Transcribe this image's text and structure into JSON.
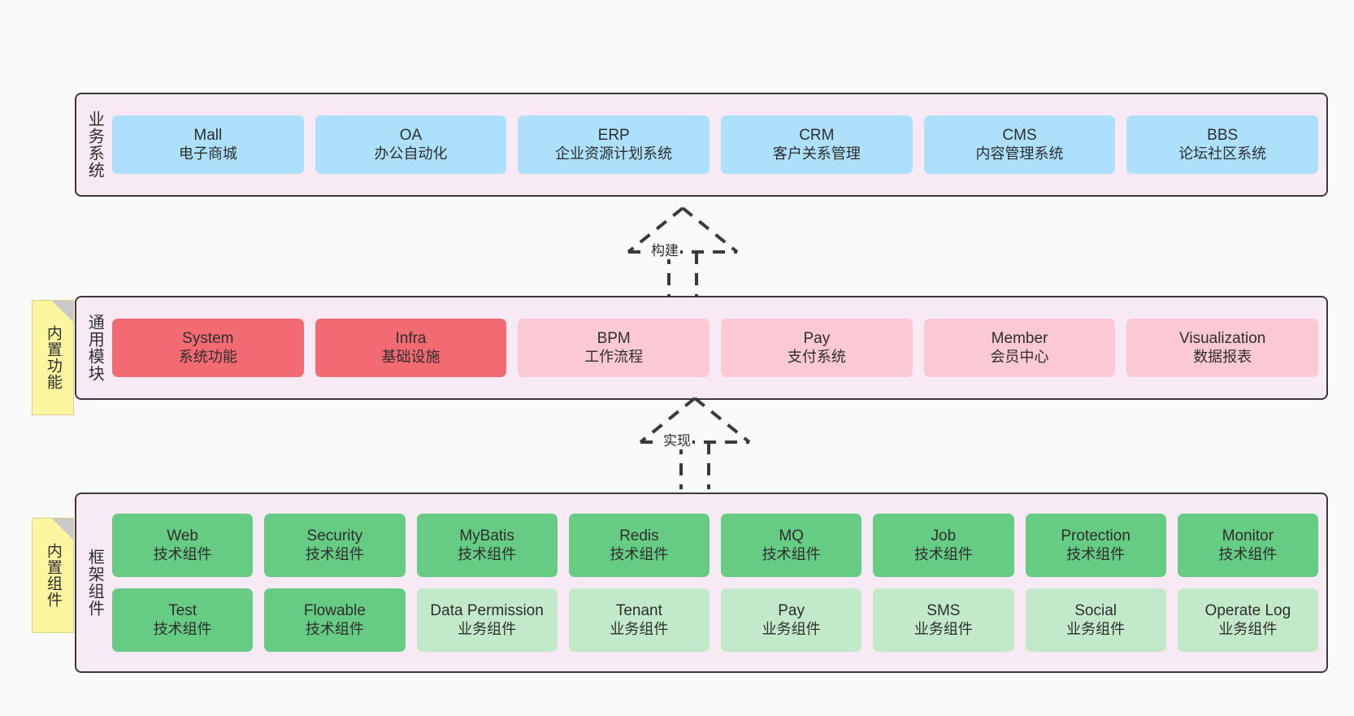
{
  "diagram": {
    "accent_container_bg": "#f8eaf4",
    "accent_container_border": "#3a3a3a",
    "note_bg": "#fcf6a0",
    "colors": {
      "blue": "#ace0fb",
      "red": "#f26a72",
      "pink": "#fbc9d4",
      "green": "#66cc83",
      "light_green": "#c2e9c9"
    }
  },
  "notes": [
    {
      "name": "builtin-function",
      "label": "内置功能"
    },
    {
      "name": "builtin-component",
      "label": "内置组件"
    }
  ],
  "arrows": [
    {
      "name": "build",
      "label": "构建"
    },
    {
      "name": "implement",
      "label": "实现"
    }
  ],
  "layers": {
    "business": {
      "title": "业务系统",
      "cards": [
        {
          "title": "Mall",
          "subtitle": "电子商城",
          "color": "blue"
        },
        {
          "title": "OA",
          "subtitle": "办公自动化",
          "color": "blue"
        },
        {
          "title": "ERP",
          "subtitle": "企业资源计划系统",
          "color": "blue"
        },
        {
          "title": "CRM",
          "subtitle": "客户关系管理",
          "color": "blue"
        },
        {
          "title": "CMS",
          "subtitle": "内容管理系统",
          "color": "blue"
        },
        {
          "title": "BBS",
          "subtitle": "论坛社区系统",
          "color": "blue"
        }
      ]
    },
    "common": {
      "title": "通用模块",
      "cards": [
        {
          "title": "System",
          "subtitle": "系统功能",
          "color": "red"
        },
        {
          "title": "Infra",
          "subtitle": "基础设施",
          "color": "red"
        },
        {
          "title": "BPM",
          "subtitle": "工作流程",
          "color": "pink"
        },
        {
          "title": "Pay",
          "subtitle": "支付系统",
          "color": "pink"
        },
        {
          "title": "Member",
          "subtitle": "会员中心",
          "color": "pink"
        },
        {
          "title": "Visualization",
          "subtitle": "数据报表",
          "color": "pink"
        }
      ]
    },
    "framework": {
      "title": "框架组件",
      "rows": [
        [
          {
            "title": "Web",
            "subtitle": "技术组件",
            "color": "green"
          },
          {
            "title": "Security",
            "subtitle": "技术组件",
            "color": "green"
          },
          {
            "title": "MyBatis",
            "subtitle": "技术组件",
            "color": "green"
          },
          {
            "title": "Redis",
            "subtitle": "技术组件",
            "color": "green"
          },
          {
            "title": "MQ",
            "subtitle": "技术组件",
            "color": "green"
          },
          {
            "title": "Job",
            "subtitle": "技术组件",
            "color": "green"
          },
          {
            "title": "Protection",
            "subtitle": "技术组件",
            "color": "green"
          },
          {
            "title": "Monitor",
            "subtitle": "技术组件",
            "color": "green"
          }
        ],
        [
          {
            "title": "Test",
            "subtitle": "技术组件",
            "color": "green"
          },
          {
            "title": "Flowable",
            "subtitle": "技术组件",
            "color": "green"
          },
          {
            "title": "Data Permission",
            "subtitle": "业务组件",
            "color": "light_green"
          },
          {
            "title": "Tenant",
            "subtitle": "业务组件",
            "color": "light_green"
          },
          {
            "title": "Pay",
            "subtitle": "业务组件",
            "color": "light_green"
          },
          {
            "title": "SMS",
            "subtitle": "业务组件",
            "color": "light_green"
          },
          {
            "title": "Social",
            "subtitle": "业务组件",
            "color": "light_green"
          },
          {
            "title": "Operate Log",
            "subtitle": "业务组件",
            "color": "light_green"
          }
        ]
      ]
    }
  }
}
